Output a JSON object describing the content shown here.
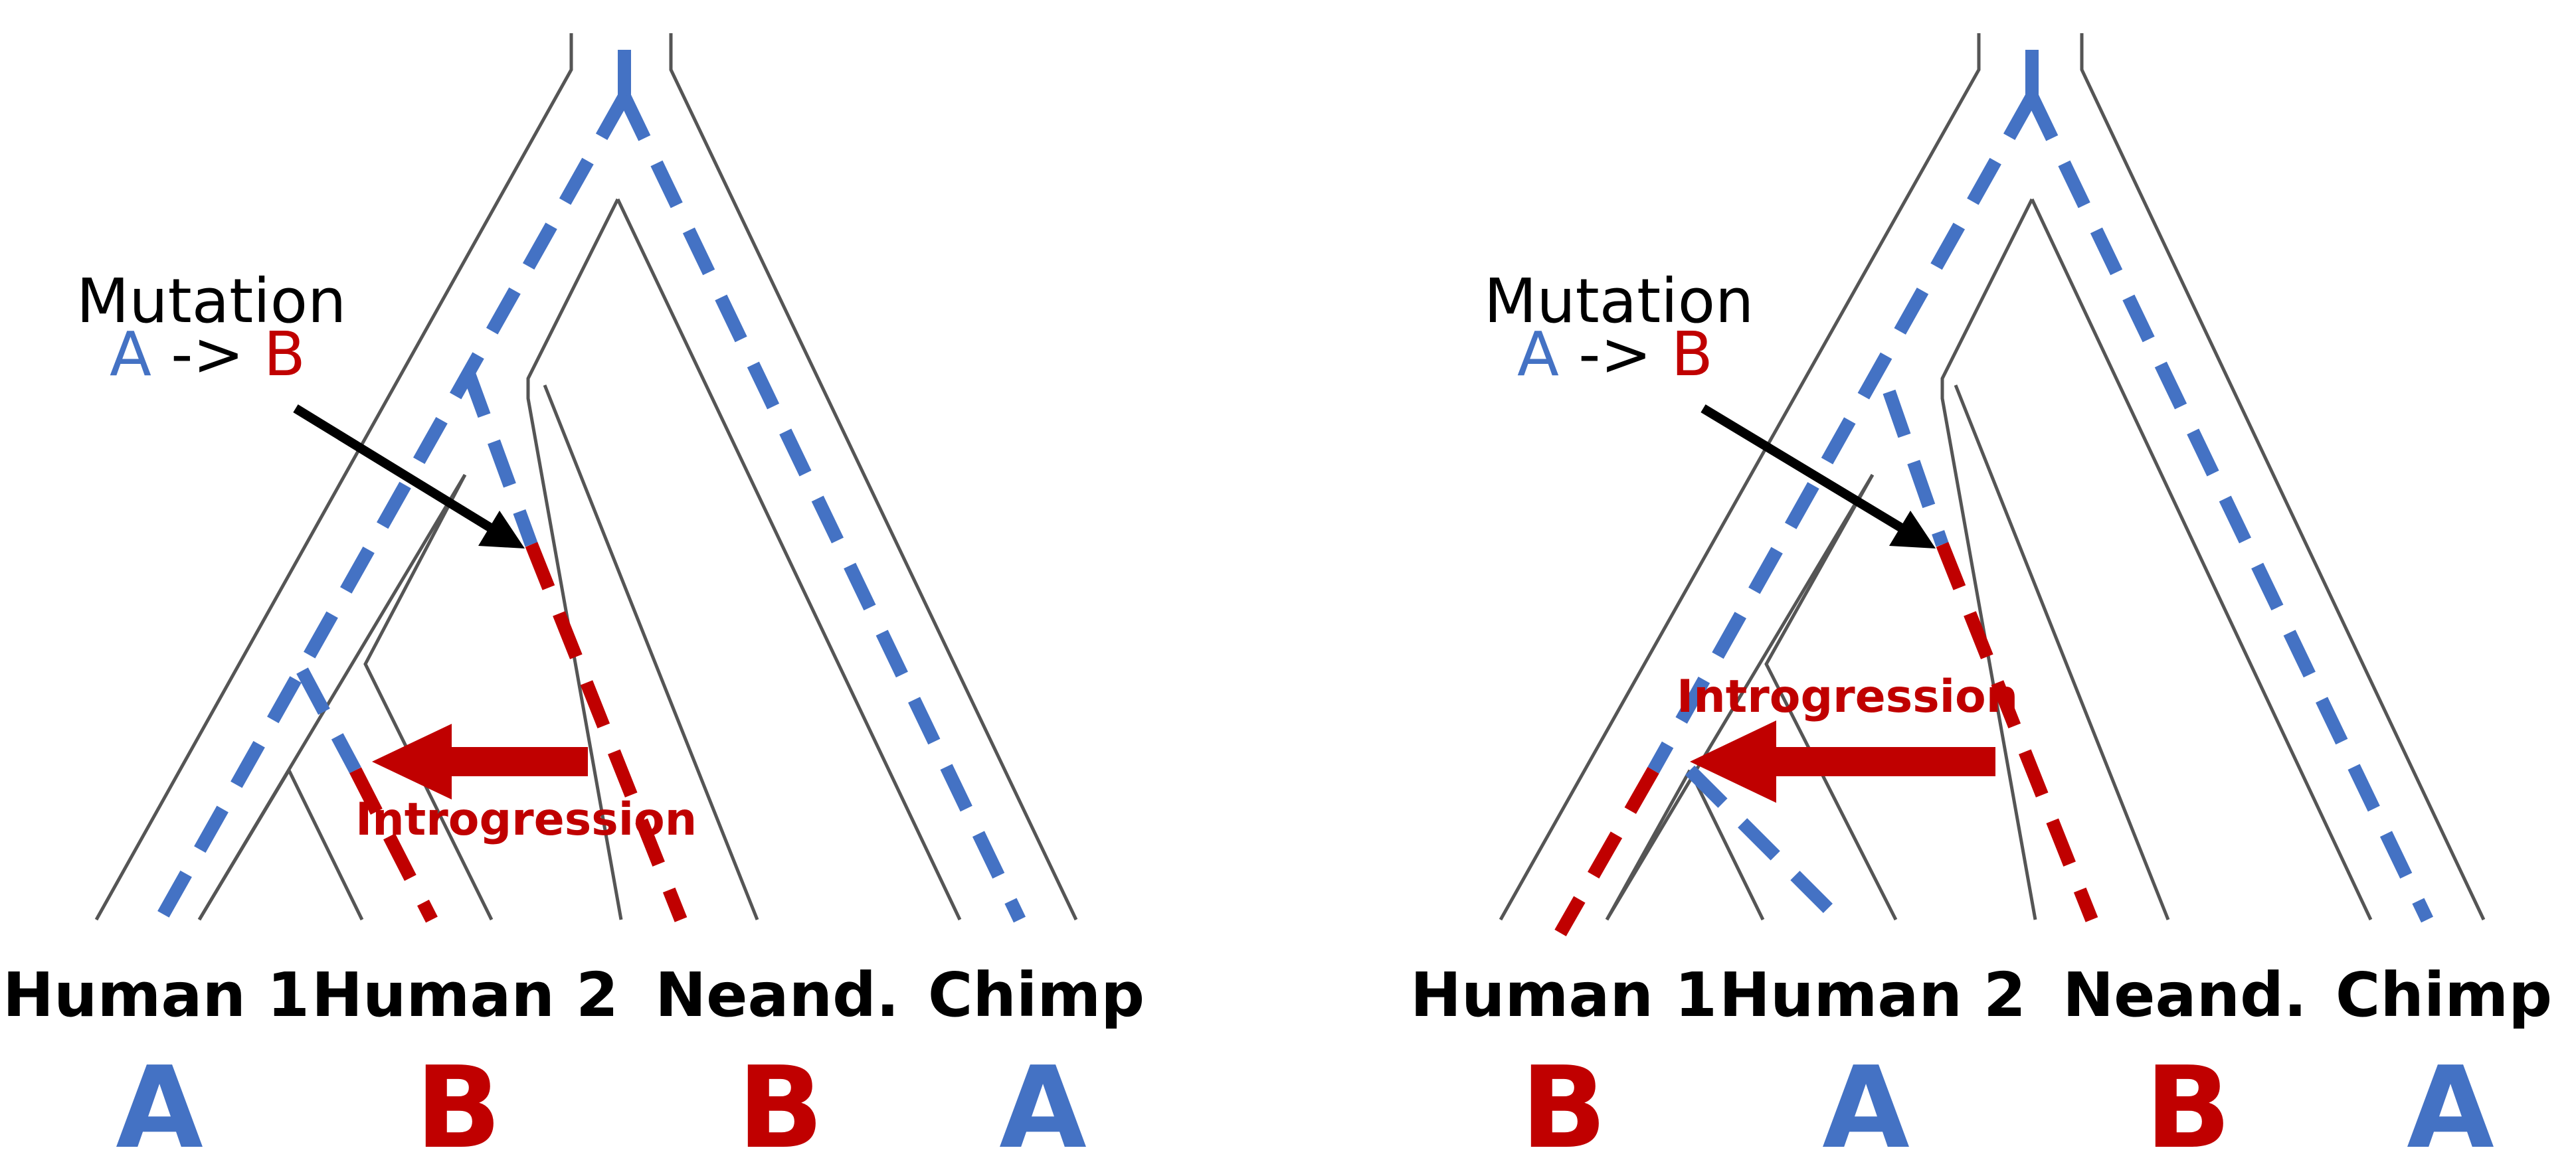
{
  "colors": {
    "ancestral_blue": "#4472c4",
    "derived_red": "#c00000",
    "tree_outline": "#555555",
    "arrow_black": "#000000"
  },
  "panels": [
    {
      "mutation": {
        "title": "Mutation",
        "from": "A",
        "arrow": "->",
        "to": "B"
      },
      "introgression_label": "Introgression",
      "taxa": [
        {
          "name": "Human 1",
          "state": "A",
          "state_color": "#4472c4"
        },
        {
          "name": "Human 2",
          "state": "B",
          "state_color": "#c00000"
        },
        {
          "name": "Neand.",
          "state": "B",
          "state_color": "#c00000"
        },
        {
          "name": "Chimp",
          "state": "A",
          "state_color": "#4472c4"
        }
      ]
    },
    {
      "mutation": {
        "title": "Mutation",
        "from": "A",
        "arrow": "->",
        "to": "B"
      },
      "introgression_label": "Introgression",
      "taxa": [
        {
          "name": "Human 1",
          "state": "B",
          "state_color": "#c00000"
        },
        {
          "name": "Human 2",
          "state": "A",
          "state_color": "#4472c4"
        },
        {
          "name": "Neand.",
          "state": "B",
          "state_color": "#c00000"
        },
        {
          "name": "Chimp",
          "state": "A",
          "state_color": "#4472c4"
        }
      ]
    }
  ]
}
